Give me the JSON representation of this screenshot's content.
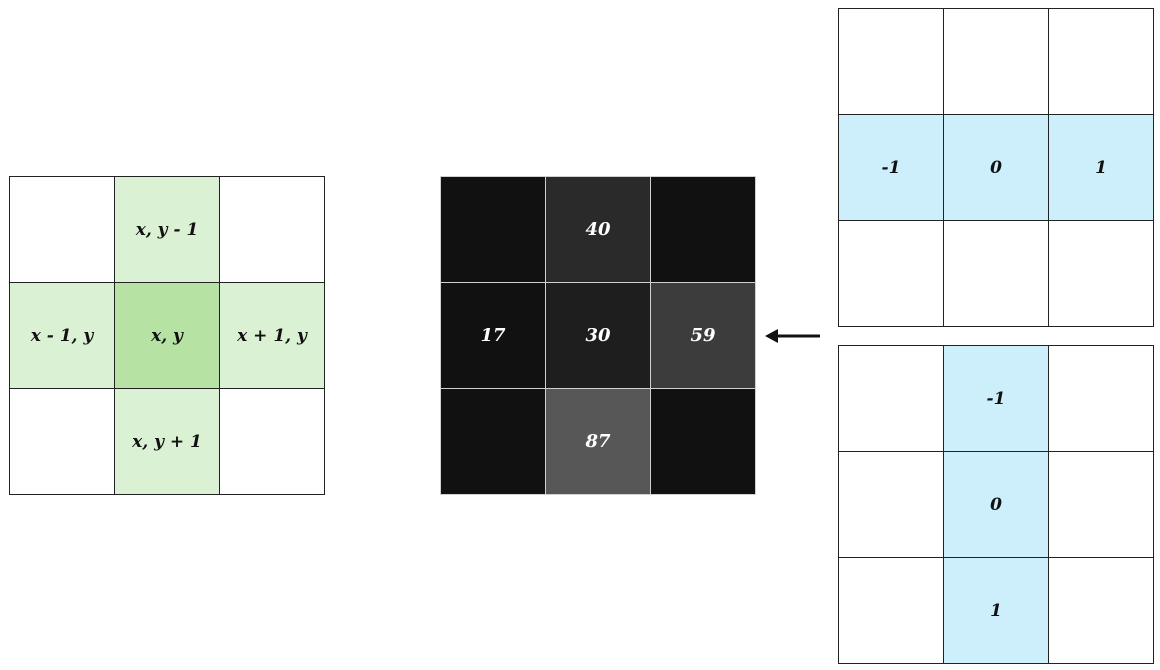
{
  "colors": {
    "neighbor_fill": "#dbf1d4",
    "center_fill": "#b6e3a4",
    "kernel_fill": "#cdeefb",
    "empty_fill": "#ffffff",
    "grid_line": "#222222"
  },
  "neighborhood": {
    "cells": [
      {
        "label": "",
        "fill": "#ffffff"
      },
      {
        "label": "x, y - 1",
        "fill": "#dbf1d4"
      },
      {
        "label": "",
        "fill": "#ffffff"
      },
      {
        "label": "x - 1, y",
        "fill": "#dbf1d4"
      },
      {
        "label": "x, y",
        "fill": "#b6e3a4"
      },
      {
        "label": "x + 1, y",
        "fill": "#dbf1d4"
      },
      {
        "label": "",
        "fill": "#ffffff"
      },
      {
        "label": "x, y + 1",
        "fill": "#dbf1d4"
      },
      {
        "label": "",
        "fill": "#ffffff"
      }
    ]
  },
  "pixel_values": {
    "cells": [
      {
        "label": "",
        "fill": "#111111"
      },
      {
        "label": "40",
        "fill": "#2a2a2a"
      },
      {
        "label": "",
        "fill": "#111111"
      },
      {
        "label": "17",
        "fill": "#111111"
      },
      {
        "label": "30",
        "fill": "#1e1e1e"
      },
      {
        "label": "59",
        "fill": "#3c3c3c"
      },
      {
        "label": "",
        "fill": "#111111"
      },
      {
        "label": "87",
        "fill": "#575757"
      },
      {
        "label": "",
        "fill": "#111111"
      }
    ]
  },
  "kernel_x": {
    "cells": [
      {
        "label": "",
        "fill": "#ffffff"
      },
      {
        "label": "",
        "fill": "#ffffff"
      },
      {
        "label": "",
        "fill": "#ffffff"
      },
      {
        "label": "-1",
        "fill": "#cdeefb"
      },
      {
        "label": "0",
        "fill": "#cdeefb"
      },
      {
        "label": "1",
        "fill": "#cdeefb"
      },
      {
        "label": "",
        "fill": "#ffffff"
      },
      {
        "label": "",
        "fill": "#ffffff"
      },
      {
        "label": "",
        "fill": "#ffffff"
      }
    ]
  },
  "kernel_y": {
    "cells": [
      {
        "label": "",
        "fill": "#ffffff"
      },
      {
        "label": "-1",
        "fill": "#cdeefb"
      },
      {
        "label": "",
        "fill": "#ffffff"
      },
      {
        "label": "",
        "fill": "#ffffff"
      },
      {
        "label": "0",
        "fill": "#cdeefb"
      },
      {
        "label": "",
        "fill": "#ffffff"
      },
      {
        "label": "",
        "fill": "#ffffff"
      },
      {
        "label": "1",
        "fill": "#cdeefb"
      },
      {
        "label": "",
        "fill": "#ffffff"
      }
    ]
  },
  "arrow": {
    "icon": "arrow-left-icon",
    "direction": "left"
  }
}
